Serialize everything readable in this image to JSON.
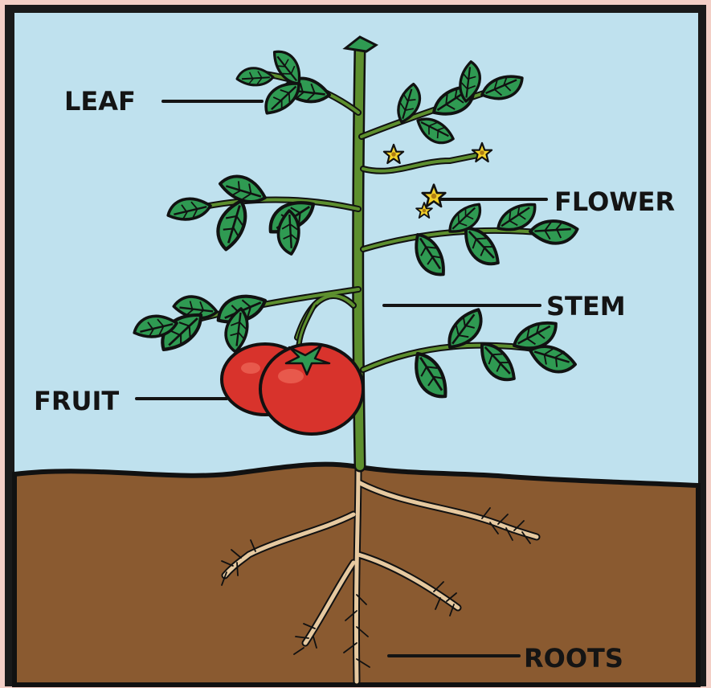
{
  "labels": {
    "leaf": "LEAF",
    "flower": "FLOWER",
    "stem": "STEM",
    "fruit": "FRUIT",
    "roots": "ROOTS"
  },
  "colors": {
    "page_background": "#f3cfc6",
    "frame": "#1a1a1a",
    "sky": "#bfe1ee",
    "soil": "#8a5a30",
    "leaf": "#2f9a52",
    "leaf_dark": "#1f6b37",
    "stem": "#5d8f2e",
    "fruit": "#d8332c",
    "fruit_highlight": "#ef6a5a",
    "flower": "#f2d12a",
    "root": "#e6c9a0"
  }
}
